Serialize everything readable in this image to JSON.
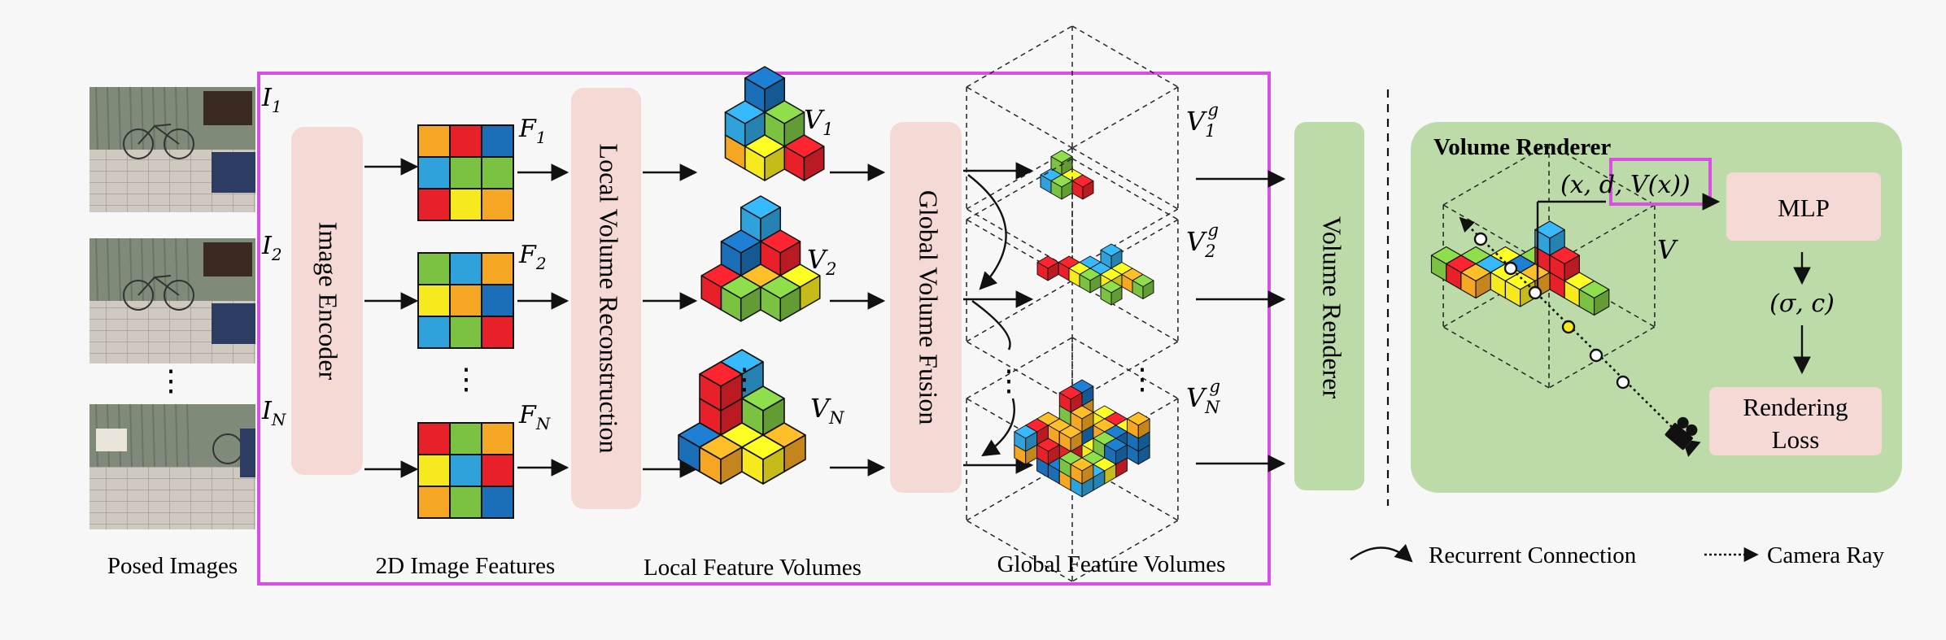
{
  "inputs": {
    "image_labels": [
      "I",
      "I",
      "I"
    ],
    "image_subscripts": [
      "1",
      "2",
      "N"
    ],
    "caption": "Posed Images",
    "photos": [
      "bicycle-room-photo",
      "bicycle-room-photo",
      "room-floor-photo"
    ]
  },
  "encoder": {
    "label": "Image Encoder"
  },
  "features": {
    "labels": [
      "F",
      "F",
      "F"
    ],
    "subscripts": [
      "1",
      "2",
      "N"
    ],
    "caption": "2D Image Features",
    "grid_colors": [
      [
        "#f5a623",
        "#e8202a",
        "#1a6fb8",
        "#2fa2dc",
        "#7cc242",
        "#7cc242",
        "#e8202a",
        "#f6ea1f",
        "#f5a623"
      ],
      [
        "#7cc242",
        "#2fa2dc",
        "#f5a623",
        "#f6ea1f",
        "#f5a623",
        "#1a6fb8",
        "#2fa2dc",
        "#7cc242",
        "#e8202a"
      ],
      [
        "#e8202a",
        "#7cc242",
        "#f5a623",
        "#f6ea1f",
        "#2fa2dc",
        "#e8202a",
        "#f5a623",
        "#7cc242",
        "#1a6fb8"
      ]
    ]
  },
  "local_recon": {
    "label": "Local Volume Reconstruction"
  },
  "local_volumes": {
    "labels": [
      "V",
      "V",
      "V"
    ],
    "subscripts": [
      "1",
      "2",
      "N"
    ],
    "caption": "Local Feature Volumes"
  },
  "global_fusion": {
    "label": "Global Volume Fusion"
  },
  "global_volumes": {
    "labels": [
      "V",
      "V",
      "V"
    ],
    "subscripts": [
      "1",
      "2",
      "N"
    ],
    "superscripts": [
      "g",
      "g",
      "g"
    ],
    "caption": "Global Feature Volumes"
  },
  "renderer_block": {
    "label": "Volume Renderer"
  },
  "renderer_panel": {
    "title": "Volume Renderer",
    "query": "(x, d, V(x))",
    "mlp": "MLP",
    "output": "(σ, c)",
    "loss_line1": "Rendering",
    "loss_line2": "Loss",
    "volume_label": "V"
  },
  "legend": {
    "recurrent": "Recurrent Connection",
    "camera_ray": "Camera Ray"
  },
  "ellipsis": "⋮",
  "colors": {
    "pink_box": "#f4d9d5",
    "green_box": "#bcdba8",
    "highlight": "#d84fe6",
    "red": "#e8202a",
    "yellow": "#f6ea1f",
    "orange": "#f5a623",
    "green": "#7cc242",
    "blue": "#2fa2dc",
    "dark_blue": "#1a6fb8"
  }
}
